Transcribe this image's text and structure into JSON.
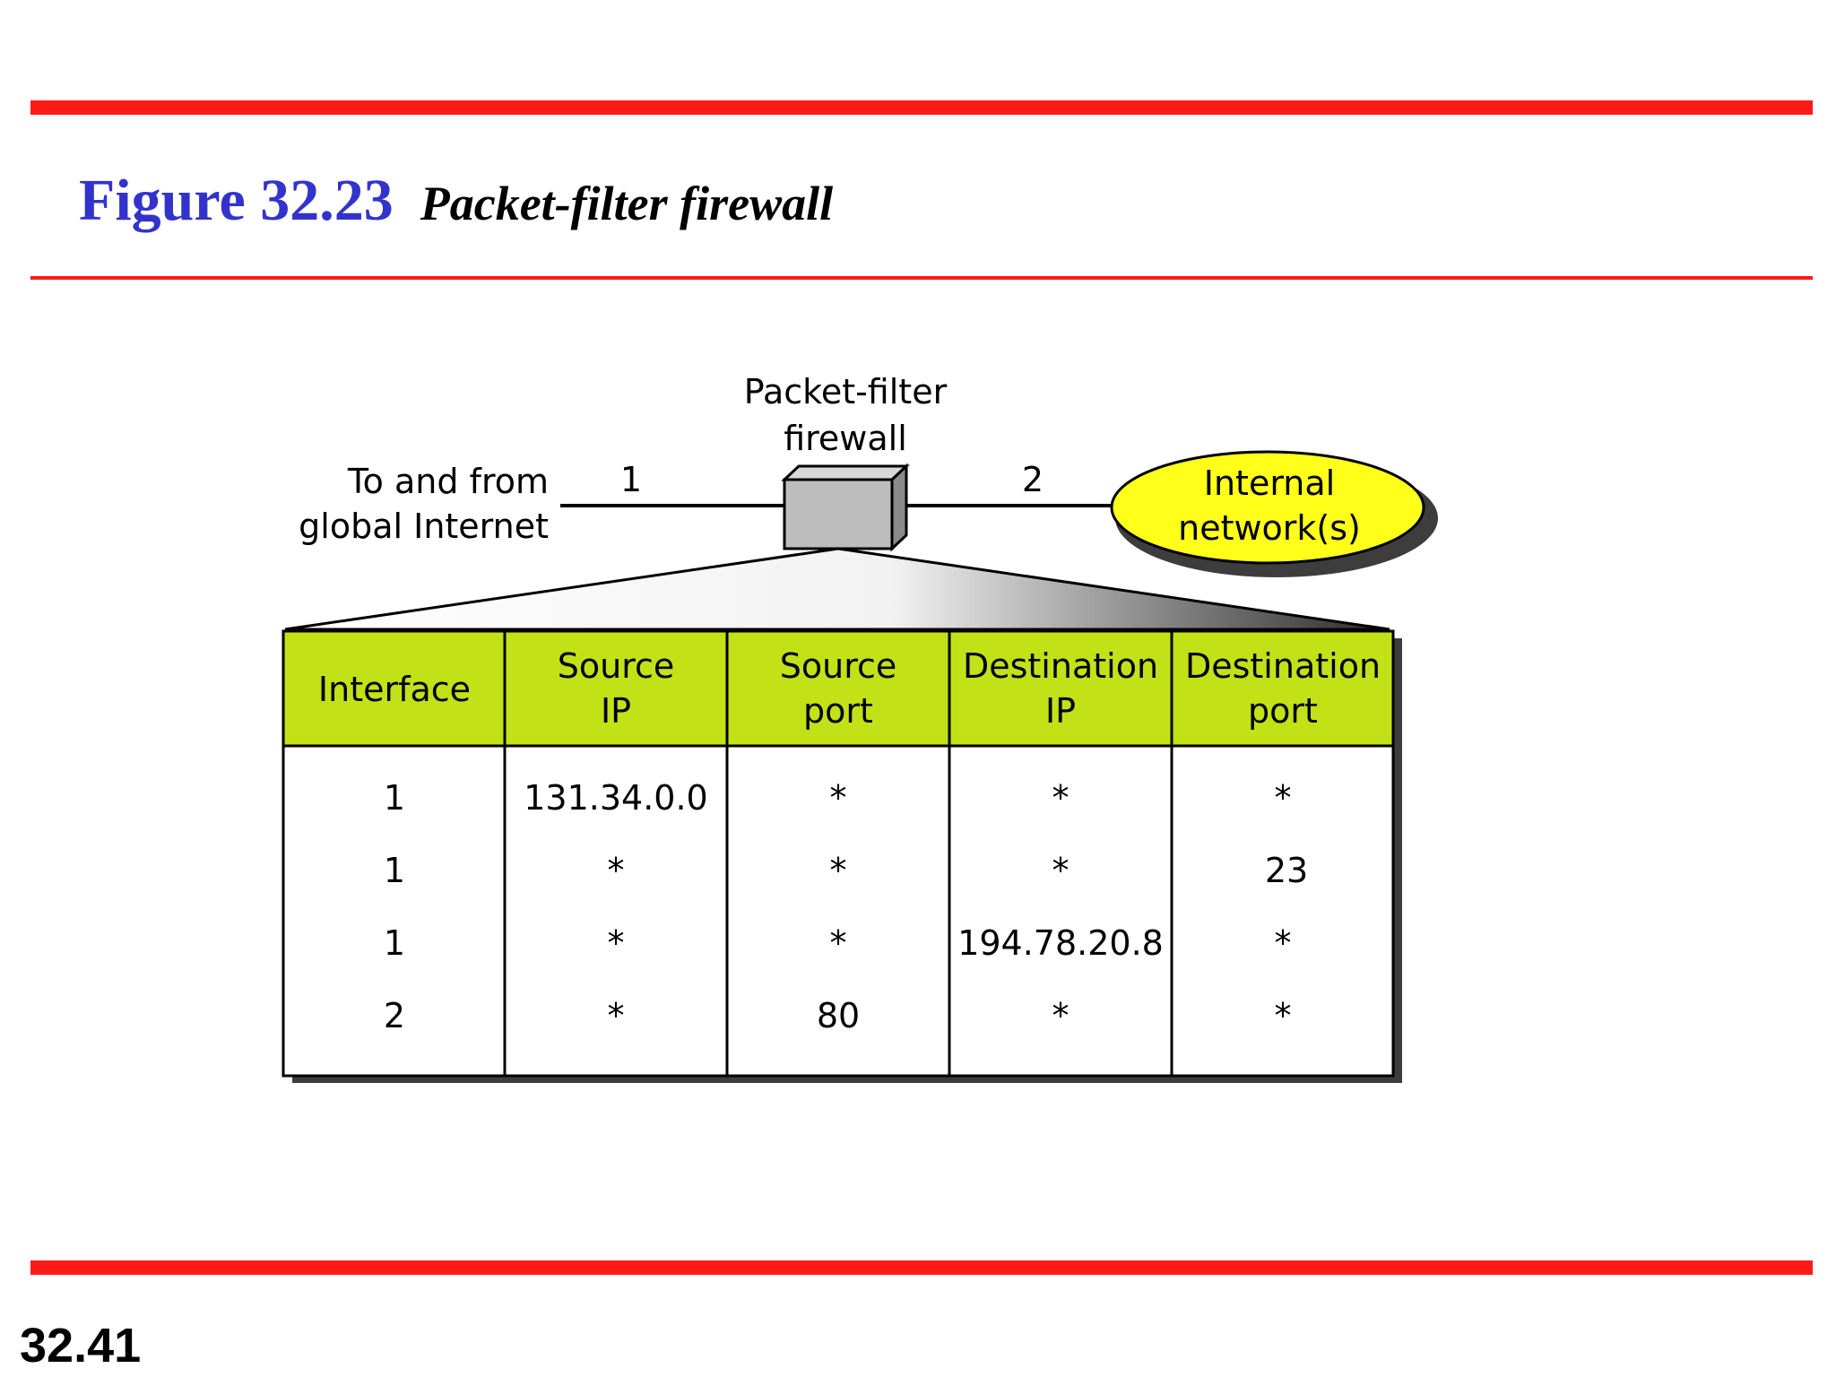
{
  "figure": {
    "number": "Figure 32.23",
    "caption": "Packet-filter firewall"
  },
  "slide_number": "32.41",
  "diagram": {
    "firewall_label": [
      "Packet-filter",
      "firewall"
    ],
    "global_label": [
      "To and from",
      "global Internet"
    ],
    "internal_label": [
      "Internal",
      "network(s)"
    ],
    "interface_1": "1",
    "interface_2": "2"
  },
  "table": {
    "headers": [
      [
        "Interface"
      ],
      [
        "Source",
        "IP"
      ],
      [
        "Source",
        "port"
      ],
      [
        "Destination",
        "IP"
      ],
      [
        "Destination",
        "port"
      ]
    ],
    "rows": [
      [
        "1",
        "131.34.0.0",
        "*",
        "*",
        "*"
      ],
      [
        "1",
        "*",
        "*",
        "*",
        "23"
      ],
      [
        "1",
        "*",
        "*",
        "194.78.20.8",
        "*"
      ],
      [
        "2",
        "*",
        "80",
        "*",
        "*"
      ]
    ]
  },
  "colors": {
    "rule": "#ff1a1a",
    "figure_number": "#3333cc",
    "header_fill": "#c3e117",
    "internal_fill": "#ffff1a",
    "firewall_fill": "#bdbdbd"
  }
}
